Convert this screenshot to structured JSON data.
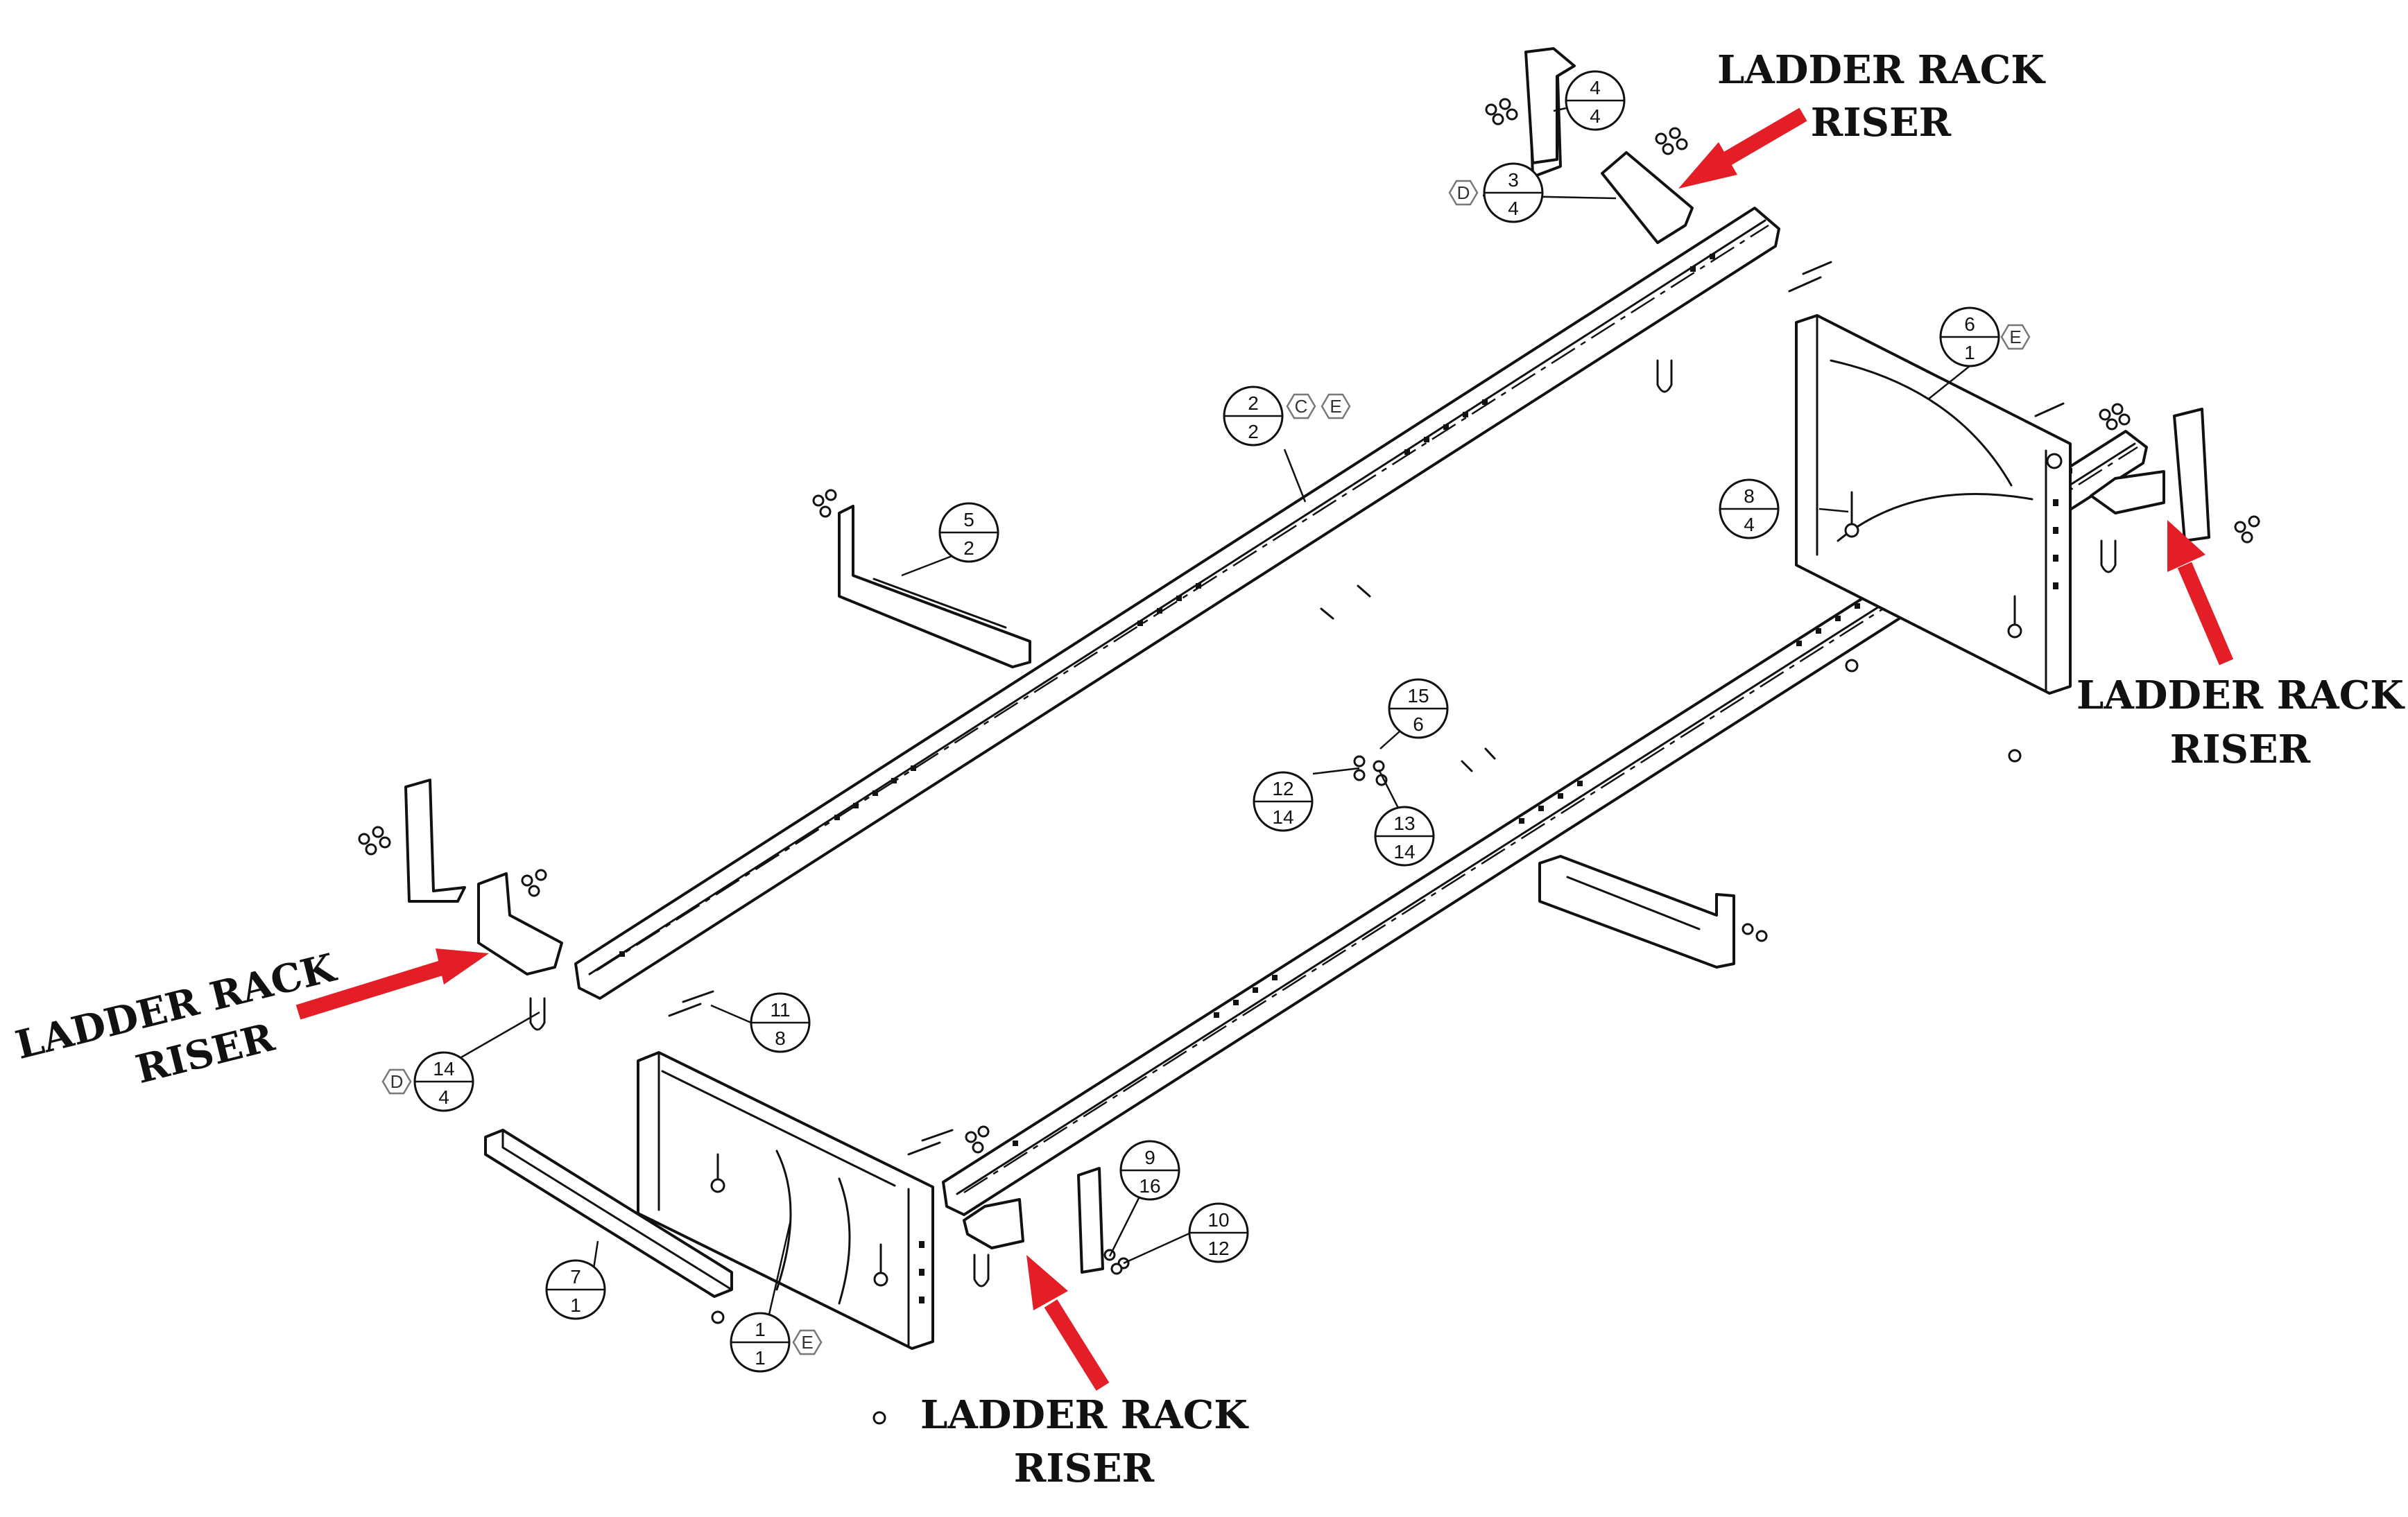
{
  "callouts": [
    {
      "line1": "LADDER RACK",
      "line2": "RISER"
    },
    {
      "line1": "LADDER RACK",
      "line2": "RISER"
    },
    {
      "line1": "LADDER RACK",
      "line2": "RISER"
    },
    {
      "line1": "LADDER RACK",
      "line2": "RISER"
    }
  ],
  "balloons": [
    {
      "item": "1",
      "qty": "1"
    },
    {
      "item": "2",
      "qty": "2"
    },
    {
      "item": "3",
      "qty": "4"
    },
    {
      "item": "4",
      "qty": "4"
    },
    {
      "item": "5",
      "qty": "2"
    },
    {
      "item": "6",
      "qty": "1"
    },
    {
      "item": "7",
      "qty": "1"
    },
    {
      "item": "8",
      "qty": "4"
    },
    {
      "item": "9",
      "qty": "16"
    },
    {
      "item": "10",
      "qty": "12"
    },
    {
      "item": "11",
      "qty": "8"
    },
    {
      "item": "12",
      "qty": "14"
    },
    {
      "item": "13",
      "qty": "14"
    },
    {
      "item": "14",
      "qty": "4"
    },
    {
      "item": "15",
      "qty": "6"
    }
  ],
  "tags": [
    "C",
    "E",
    "E",
    "D",
    "D",
    "E"
  ],
  "colors": {
    "arrow": "#e41e26",
    "line": "#111111",
    "tag": "#777777"
  }
}
